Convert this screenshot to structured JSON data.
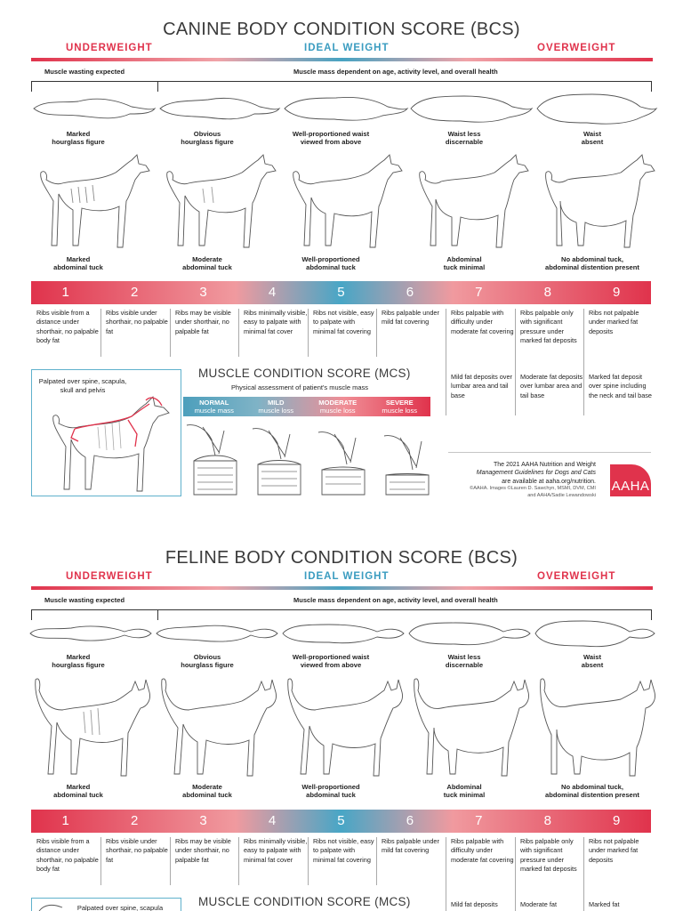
{
  "colors": {
    "accent_red": "#e0334c",
    "accent_blue": "#47a3c2",
    "mcs_border": "#5fb1cc"
  },
  "canine": {
    "title": "CANINE BODY CONDITION SCORE (BCS)",
    "underweight": "UNDERWEIGHT",
    "ideal": "IDEAL WEIGHT",
    "overweight": "OVERWEIGHT",
    "note_left": "Muscle wasting expected",
    "note_right": "Muscle mass dependent on age, activity level, and overall health",
    "top_labels": [
      [
        "Marked",
        "hourglass figure"
      ],
      [
        "Obvious",
        "hourglass figure"
      ],
      [
        "Well-proportioned waist",
        "viewed from above"
      ],
      [
        "Waist less",
        "discernable"
      ],
      [
        "Waist",
        "absent"
      ]
    ],
    "side_labels": [
      [
        "Marked",
        "abdominal tuck"
      ],
      [
        "Moderate",
        "abdominal tuck"
      ],
      [
        "Well-proportioned",
        "abdominal tuck"
      ],
      [
        "Abdominal",
        "tuck minimal"
      ],
      [
        "No abdominal tuck,",
        "abdominal distention present"
      ]
    ],
    "scores": [
      "1",
      "2",
      "3",
      "4",
      "5",
      "6",
      "7",
      "8",
      "9"
    ],
    "descriptions": [
      "Ribs visible from a distance under shorthair, no palpable body fat",
      "Ribs visible under shorthair, no palpable fat",
      "Ribs may be visible under shorthair, no palpable fat",
      "Ribs minimally visible, easy to palpate with minimal fat cover",
      "Ribs not visible, easy to palpate with minimal fat covering",
      "Ribs palpable under mild fat covering",
      "Ribs palpable with difficulty under moderate fat covering",
      "Ribs palpable only with significant pressure under marked fat deposits",
      "Ribs not palpable under marked fat deposits"
    ],
    "extra_descriptions": [
      "Mild fat deposits over lumbar area and tail base",
      "Moderate fat deposits over lumbar area and tail base",
      "Marked fat deposit over spine including the neck and tail base"
    ],
    "mcs": {
      "palpated_note": "Palpated over spine, scapula, skull and pelvis",
      "title": "MUSCLE CONDITION SCORE (MCS)",
      "subtitle": "Physical assessment of patient's muscle mass",
      "levels": [
        {
          "name": "NORMAL",
          "desc": "muscle mass"
        },
        {
          "name": "MILD",
          "desc": "muscle loss"
        },
        {
          "name": "MODERATE",
          "desc": "muscle loss"
        },
        {
          "name": "SEVERE",
          "desc": "muscle loss"
        }
      ]
    },
    "aaha": {
      "line1": "The 2021 AAHA Nutrition and Weight",
      "line2": "Management Guidelines for Dogs and Cats",
      "line3": "are available at aaha.org/nutrition.",
      "credit1": "©AAHA. Images ©Lauren D. Sawchyn, MSMI, DVM, CMI",
      "credit2": "and AAHA/Sadie Lewandowski",
      "logo": "AAHA"
    }
  },
  "feline": {
    "title": "FELINE BODY CONDITION SCORE (BCS)",
    "underweight": "UNDERWEIGHT",
    "ideal": "IDEAL WEIGHT",
    "overweight": "OVERWEIGHT",
    "note_left": "Muscle wasting expected",
    "note_right": "Muscle mass dependent on age, activity level, and overall health",
    "top_labels": [
      [
        "Marked",
        "hourglass figure"
      ],
      [
        "Obvious",
        "hourglass figure"
      ],
      [
        "Well-proportioned waist",
        "viewed from above"
      ],
      [
        "Waist less",
        "discernable"
      ],
      [
        "Waist",
        "absent"
      ]
    ],
    "side_labels": [
      [
        "Marked",
        "abdominal tuck"
      ],
      [
        "Moderate",
        "abdominal tuck"
      ],
      [
        "Well-proportioned",
        "abdominal tuck"
      ],
      [
        "Abdominal",
        "tuck minimal"
      ],
      [
        "No abdominal tuck,",
        "abdominal distention present"
      ]
    ],
    "scores": [
      "1",
      "2",
      "3",
      "4",
      "5",
      "6",
      "7",
      "8",
      "9"
    ],
    "descriptions": [
      "Ribs visible from a distance under shorthair, no palpable body fat",
      "Ribs visible under shorthair, no palpable fat",
      "Ribs may be visible under shorthair, no palpable fat",
      "Ribs minimally visible, easy to palpate with minimal fat cover",
      "Ribs not visible, easy to palpate with minimal fat covering",
      "Ribs palpable under mild fat covering",
      "Ribs palpable with difficulty under moderate fat covering",
      "Ribs palpable only with significant pressure under marked fat deposits",
      "Ribs not palpable under marked fat deposits"
    ],
    "extra_descriptions": [
      "Mild fat deposits",
      "Moderate fat",
      "Marked fat"
    ],
    "mcs": {
      "palpated_note": "Palpated over spine, scapula",
      "title": "MUSCLE CONDITION SCORE (MCS)"
    }
  }
}
